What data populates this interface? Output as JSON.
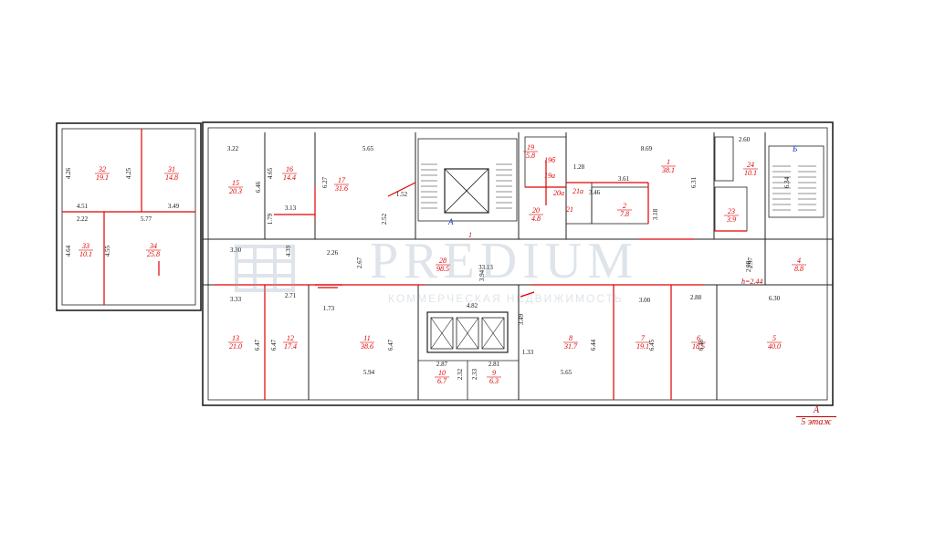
{
  "labels": {
    "section_a": "А",
    "section_b": "Б",
    "floor_letter": "А",
    "floor_name": "5 этаж",
    "h_mark": "h=2.44"
  },
  "watermark": {
    "name": "PREDIUM",
    "subtitle": "КОММЕРЧЕСКАЯ НЕДВИЖИМОСТЬ"
  },
  "rooms": [
    {
      "num": "32",
      "area": "19.1"
    },
    {
      "num": "31",
      "area": "14.8"
    },
    {
      "num": "33",
      "area": "10.1"
    },
    {
      "num": "34",
      "area": "25.8"
    },
    {
      "num": "15",
      "area": "20.3"
    },
    {
      "num": "16",
      "area": "14.4"
    },
    {
      "num": "17",
      "area": "31.6"
    },
    {
      "num": "19",
      "area": "5.8"
    },
    {
      "num": "19б",
      "area": ""
    },
    {
      "num": "19а",
      "area": ""
    },
    {
      "num": "20а",
      "area": ""
    },
    {
      "num": "21а",
      "area": ""
    },
    {
      "num": "20",
      "area": "4.8"
    },
    {
      "num": "21",
      "area": ""
    },
    {
      "num": "2",
      "area": "7.8"
    },
    {
      "num": "1",
      "area": "38.1"
    },
    {
      "num": "24",
      "area": "10.1"
    },
    {
      "num": "23",
      "area": "3.9"
    },
    {
      "num": "28",
      "area": "98.5"
    },
    {
      "num": "4",
      "area": "8.8"
    },
    {
      "num": "13",
      "area": "21.0"
    },
    {
      "num": "12",
      "area": "17.4"
    },
    {
      "num": "11",
      "area": "38.6"
    },
    {
      "num": "10",
      "area": "6.7"
    },
    {
      "num": "9",
      "area": "6.3"
    },
    {
      "num": "8",
      "area": "31.7"
    },
    {
      "num": "7",
      "area": "19.1"
    },
    {
      "num": "6",
      "area": "18.5"
    },
    {
      "num": "5",
      "area": "40.0"
    },
    {
      "num": "1",
      "area": ""
    }
  ],
  "dims": [
    "4.26",
    "4.25",
    "4.51",
    "3.49",
    "2.22",
    "5.77",
    "4.64",
    "4.55",
    "3.22",
    "6.46",
    "4.65",
    "3.13",
    "6.27",
    "1.79",
    "5.65",
    "1.52",
    "2.52",
    "3.30",
    "4.39",
    "2.26",
    "2.67",
    "1.28",
    "8.69",
    "3.61",
    "3.46",
    "6.31",
    "3.18",
    "2.60",
    "6.34",
    "3.94",
    "33.13",
    "2.97",
    "2.98",
    "3.33",
    "2.71",
    "1.73",
    "4.82",
    "3.49",
    "3.00",
    "2.88",
    "6.30",
    "6.47",
    "6.47",
    "6.47",
    "1.33",
    "6.44",
    "6.45",
    "6.46",
    "5.94",
    "2.87",
    "2.81",
    "2.32",
    "2.33",
    "5.65"
  ]
}
